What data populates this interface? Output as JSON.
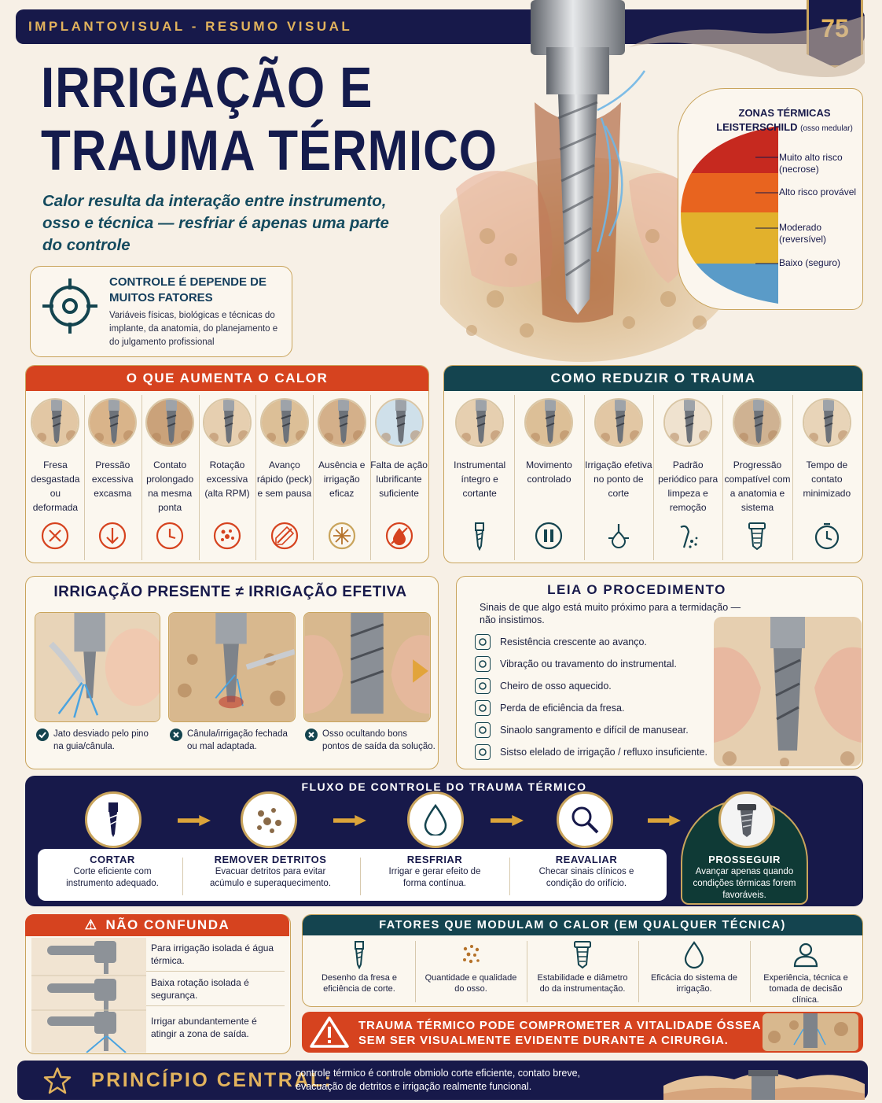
{
  "header": {
    "brand": "IMPLANTOVISUAL - RESUMO VISUAL",
    "page_number": "75",
    "title_line1": "IRRIGAÇÃO E",
    "title_line2": "TRAUMA TÉRMICO",
    "subtitle": "Calor resulta da interação entre instrumento, osso e técnica — resfriar é apenas uma parte do controle"
  },
  "control_box": {
    "title": "CONTROLE É DEPENDE DE MUITOS FATORES",
    "description": "Variáveis físicas, biológicas e técnicas do implante, da anatomia, do planejamento e do julgamento profissional",
    "icon": "target-icon"
  },
  "thermal_zones": {
    "title_line1": "ZONAS TÉRMICAS",
    "title_line2": "LEISTERSCHILD",
    "title_note": "(osso medular)",
    "zones": [
      {
        "label": "Muito alto risco (necrose)",
        "color": "#c6291f"
      },
      {
        "label": "Alto risco provável",
        "color": "#e8641f"
      },
      {
        "label": "Moderado (reversível)",
        "color": "#e2b12c"
      },
      {
        "label": "Baixo (seguro)",
        "color": "#5a9bc8"
      }
    ]
  },
  "increases_heat": {
    "title": "O QUE AUMENTA O CALOR",
    "items": [
      {
        "label": "Fresa desgastada ou deformada",
        "icon": "x-circle-icon"
      },
      {
        "label": "Pressão excessiva excasma",
        "icon": "arrow-down-icon"
      },
      {
        "label": "Contato prolongado na mesma ponta",
        "icon": "clock-icon"
      },
      {
        "label": "Rotação excessiva (alta RPM)",
        "icon": "particles-icon"
      },
      {
        "label": "Avanço rápido (peck) e sem pausa",
        "icon": "no-drill-icon"
      },
      {
        "label": "Ausência e irrigação eficaz",
        "icon": "burst-icon"
      },
      {
        "label": "Falta de ação lubrificante suficiente",
        "icon": "no-drop-icon"
      }
    ]
  },
  "reduce_trauma": {
    "title": "COMO REDUZIR O TRAUMA",
    "items": [
      {
        "label": "Instrumental íntegro e cortante",
        "icon": "drill-bit-icon"
      },
      {
        "label": "Movimento controlado",
        "icon": "pause-icon"
      },
      {
        "label": "Irrigação efetiva no ponto de corte",
        "icon": "irrigation-icon"
      },
      {
        "label": "Padrão periódico para limpeza e remoção",
        "icon": "debris-icon"
      },
      {
        "label": "Progressão compatível com a anatomia e sistema",
        "icon": "implant-icon"
      },
      {
        "label": "Tempo de contato minimizado",
        "icon": "timer-icon"
      }
    ]
  },
  "irrigation": {
    "title": "IRRIGAÇÃO PRESENTE ≠ IRRIGAÇÃO EFETIVA",
    "captions": [
      {
        "text": "Jato desviado pelo pino na guia/cânula.",
        "icon": "check-icon"
      },
      {
        "text": "Cânula/irrigação fechada ou mal adaptada.",
        "icon": "x-icon"
      },
      {
        "text": "Osso ocultando bons pontos de saída da solução.",
        "icon": "x-icon"
      }
    ]
  },
  "procedure": {
    "title": "LEIA O PROCEDIMENTO",
    "subtitle": "Sinais de que algo está muito próximo para a termidação — não insistimos.",
    "signals": [
      "Resistência crescente ao avanço.",
      "Vibração ou travamento do instrumental.",
      "Cheiro de osso aquecido.",
      "Perda de eficiência da fresa.",
      "Sinaolo sangramento e difícil de manusear.",
      "Sistso elelado de irrigação / refluxo insuficiente."
    ]
  },
  "flow": {
    "title": "FLUXO DE CONTROLE DO TRAUMA TÉRMICO",
    "steps": [
      {
        "title": "CORTAR",
        "text": "Corte eficiente com instrumento adequado.",
        "icon": "drill-icon"
      },
      {
        "title": "REMOVER DETRITOS",
        "text": "Evacuar detritos para evitar acúmulo e superaquecimento.",
        "icon": "particles-icon"
      },
      {
        "title": "RESFRIAR",
        "text": "Irrigar e gerar efeito de forma contínua.",
        "icon": "drop-icon"
      },
      {
        "title": "REAVALIAR",
        "text": "Checar sinais clínicos e condição do orifício.",
        "icon": "magnifier-icon"
      },
      {
        "title": "PROSSEGUIR",
        "text": "Avançar apenas quando condições térmicas forem favoráveis.",
        "icon": "implant-icon"
      }
    ]
  },
  "dont_confuse": {
    "title": "NÃO CONFUNDA",
    "items": [
      "Para irrigação isolada é água térmica.",
      "Baixa rotação isolada é segurança.",
      "Irrigar abundantemente é atingir a zona de saída."
    ]
  },
  "modulating_factors": {
    "title": "FATORES QUE MODULAM O CALOR (EM QUALQUER TÉCNICA)",
    "items": [
      {
        "label": "Desenho da fresa e eficiência de corte.",
        "icon": "drill-bit-icon"
      },
      {
        "label": "Quantidade e qualidade do osso.",
        "icon": "bone-icon"
      },
      {
        "label": "Estabilidade e diâmetro do da instrumentação.",
        "icon": "implant-icon"
      },
      {
        "label": "Eficácia do sistema de irrigação.",
        "icon": "drop-icon"
      },
      {
        "label": "Experiência, técnica e tomada de decisão clínica.",
        "icon": "person-icon"
      }
    ]
  },
  "warning": {
    "text": "TRAUMA TÉRMICO PODE COMPROMETER A VITALIDADE ÓSSEA SEM SER VISUALMENTE EVIDENTE DURANTE A CIRURGIA.",
    "icon": "warning-icon"
  },
  "central_principle": {
    "title": "PRINCÍPIO CENTRAL:",
    "text": "controle térmico é controle obmiolo corte eficiente, contato breve, evacuação de detritos e irrigação realmente funcional.",
    "icon": "star-icon"
  },
  "colors": {
    "navy": "#17194a",
    "gold": "#e2b35d",
    "red": "#d6431f",
    "teal": "#14444f"
  }
}
